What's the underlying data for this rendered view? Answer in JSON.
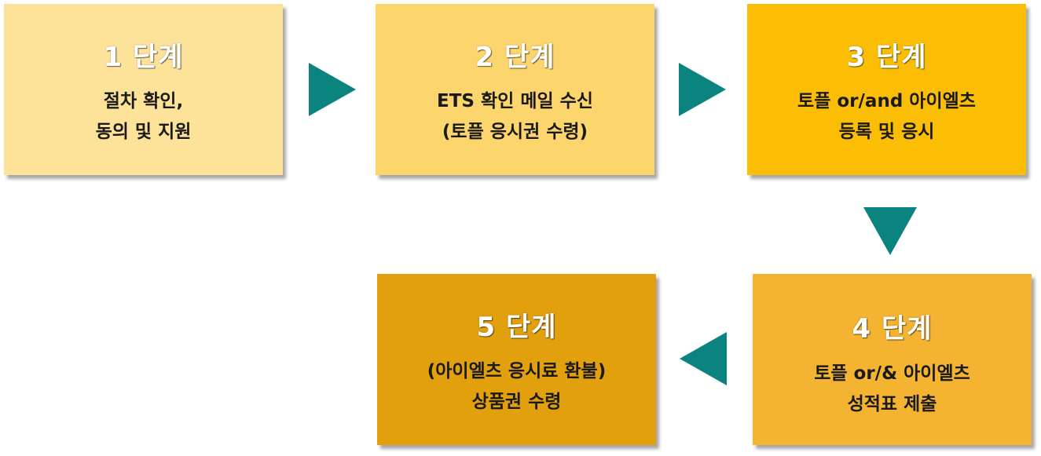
{
  "steps": [
    {
      "title": "1 단계",
      "lines": [
        "절차 확인,",
        "동의 및 지원"
      ]
    },
    {
      "title": "2 단계",
      "lines": [
        "ETS 확인 메일 수신",
        "(토플 응시권 수령)"
      ]
    },
    {
      "title": "3 단계",
      "lines": [
        "토플 or/and 아이엘츠",
        "등록 및 응시"
      ]
    },
    {
      "title": "4 단계",
      "lines": [
        "토플 or/& 아이엘츠",
        "성적표 제출"
      ]
    },
    {
      "title": "5 단계",
      "lines": [
        "(아이엘츠 응시료 환불)",
        "상품권 수령"
      ]
    }
  ],
  "colors": {
    "step1": "#fde29a",
    "step2": "#fdd56d",
    "step3": "#fbbe05",
    "step4": "#f4b331",
    "step5": "#e2a00d",
    "arrow": "#0b8480"
  },
  "arrows": [
    {
      "from": 1,
      "to": 2,
      "direction": "right"
    },
    {
      "from": 2,
      "to": 3,
      "direction": "right"
    },
    {
      "from": 3,
      "to": 4,
      "direction": "down"
    },
    {
      "from": 4,
      "to": 5,
      "direction": "left"
    }
  ]
}
